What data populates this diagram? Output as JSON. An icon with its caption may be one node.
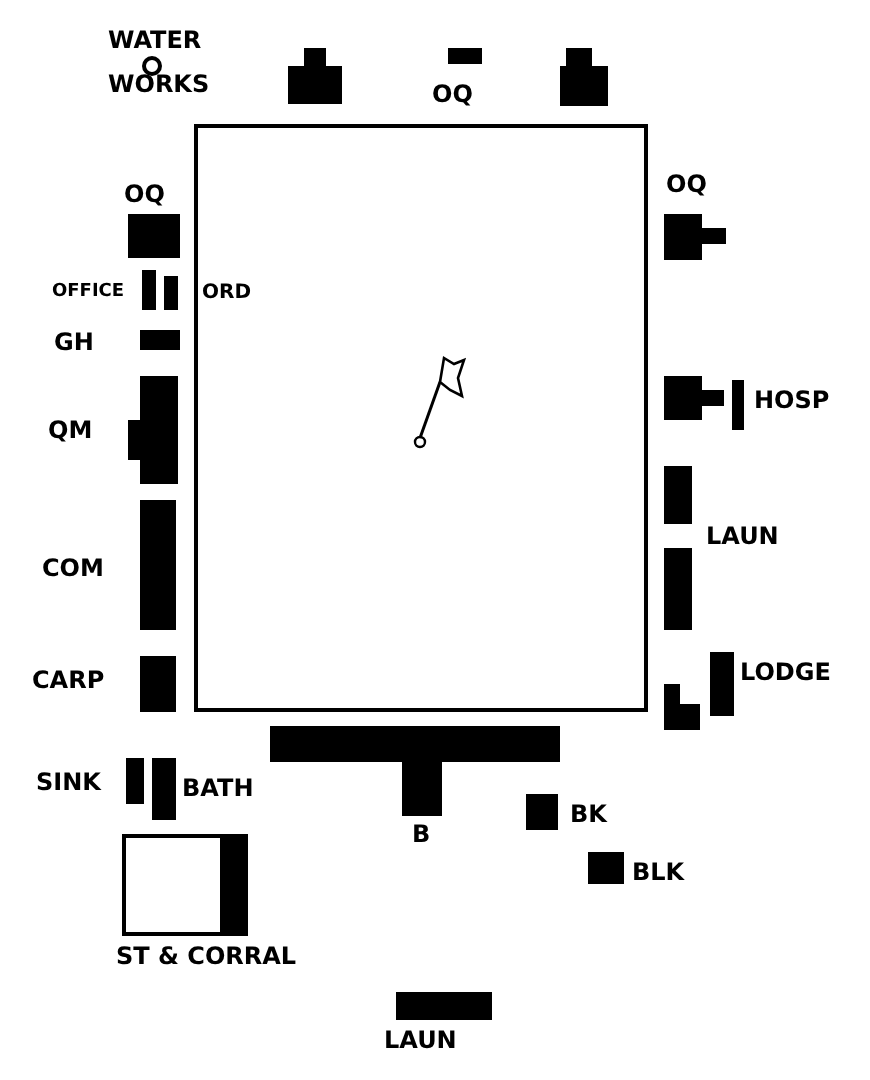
{
  "diagram": {
    "labels": [
      "WATER WORKS",
      "OQ",
      "OQ",
      "OQ",
      "OFFICE",
      "ORD",
      "GH",
      "HOSP",
      "QM",
      "LAUN",
      "COM",
      "CARP",
      "LODGE",
      "SINK",
      "BATH",
      "BK",
      "B",
      "BLK",
      "ST & CORRAL",
      "LAUN"
    ]
  }
}
